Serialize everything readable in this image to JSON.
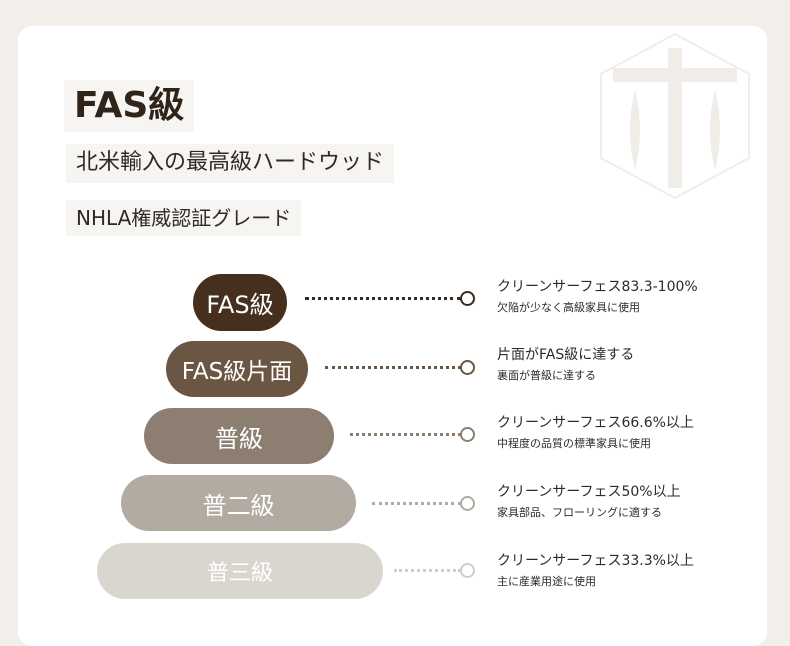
{
  "heading": {
    "title": "FAS級",
    "subtitle": "北米輸入の最高級ハードウッド",
    "subtitle2": "NHLA権威認証グレード"
  },
  "grades": [
    {
      "label": "FAS級",
      "desc1": "クリーンサーフェス83.3-100%",
      "desc2": "欠陥が少なく高級家具に使用",
      "color": "#45301f"
    },
    {
      "label": "FAS級片面",
      "desc1": "片面がFAS級に達する",
      "desc2": "裏面が普級に達する",
      "color": "#6b5543"
    },
    {
      "label": "普級",
      "desc1": "クリーンサーフェス66.6%以上",
      "desc2": "中程度の品質の標準家具に使用",
      "color": "#8c7e71"
    },
    {
      "label": "普二級",
      "desc1": "クリーンサーフェス50%以上",
      "desc2": "家具部品、フローリングに適する",
      "color": "#b2aba2"
    },
    {
      "label": "普三級",
      "desc1": "クリーンサーフェス33.3%以上",
      "desc2": "主に産業用途に使用",
      "color": "#d9d6cf"
    }
  ]
}
